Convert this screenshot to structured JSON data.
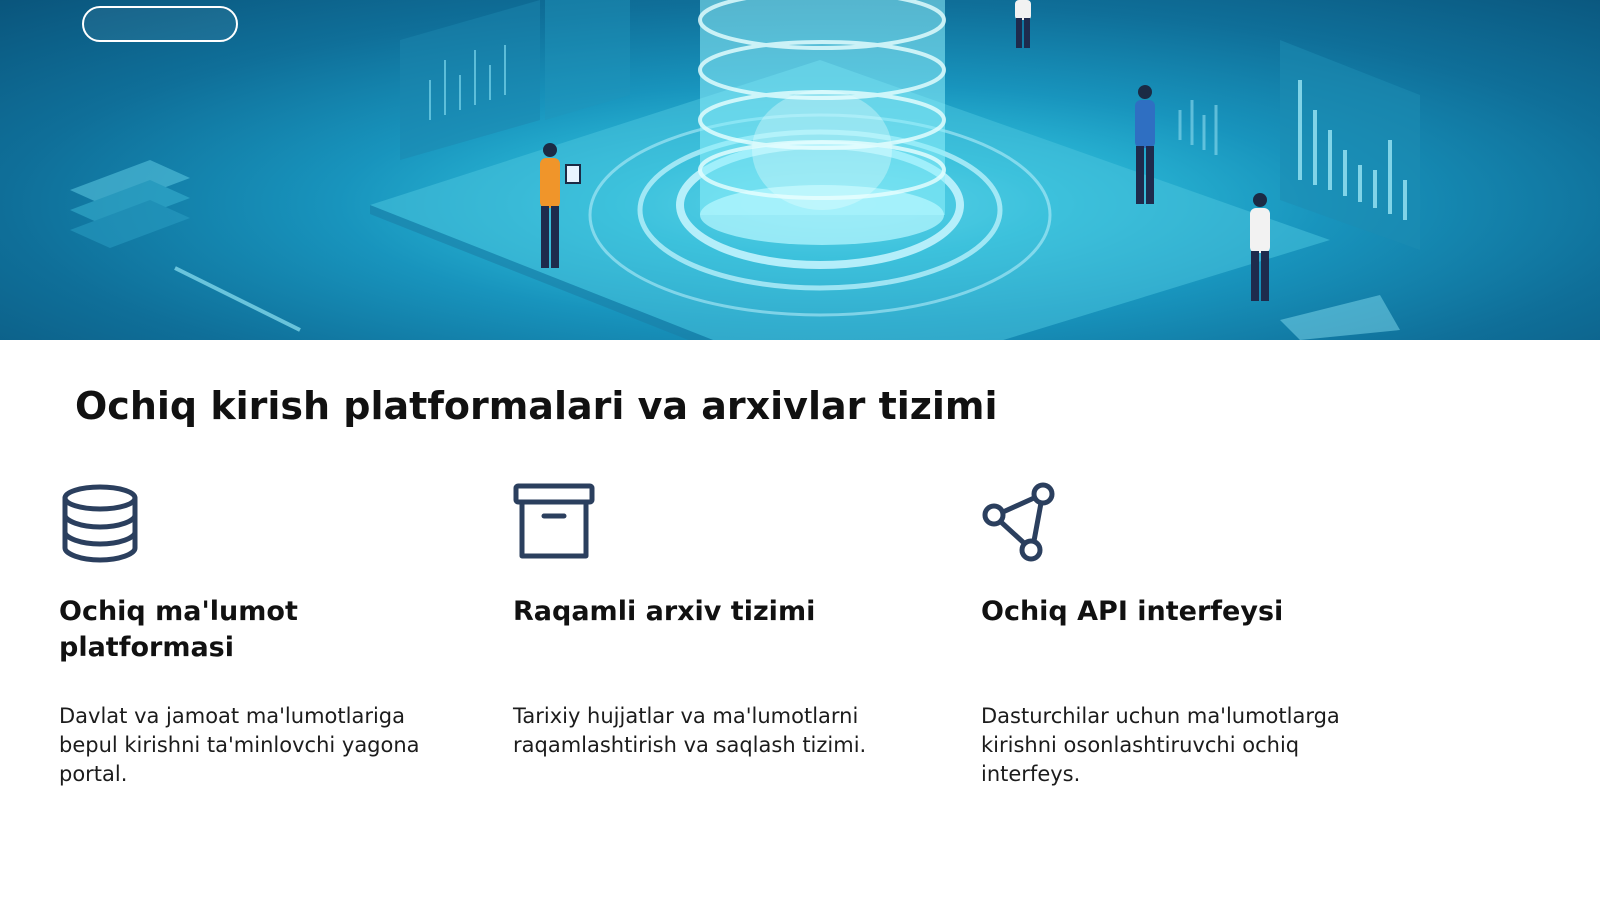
{
  "hero": {
    "button_label": "",
    "image_description_icon": "data-center-illustration"
  },
  "title": "Ochiq kirish platformalari va arxivlar tizimi",
  "cards": [
    {
      "icon": "database-icon",
      "heading": "Ochiq ma'lumot platformasi",
      "text": "Davlat va jamoat ma'lumotlariga bepul kirishni ta'minlovchi yagona portal."
    },
    {
      "icon": "archive-box-icon",
      "heading": "Raqamli arxiv tizimi",
      "text": "Tarixiy hujjatlar va ma'lumotlarni raqamlashtirish va saqlash tizimi."
    },
    {
      "icon": "share-nodes-icon",
      "heading": "Ochiq API interfeysi",
      "text": "Dasturchilar uchun ma'lumotlarga kirishni osonlashtiruvchi ochiq interfeys."
    }
  ],
  "colors": {
    "icon_stroke": "#2b3f5e",
    "hero_dark": "#0a557c",
    "hero_glow": "#6fe6f7"
  }
}
